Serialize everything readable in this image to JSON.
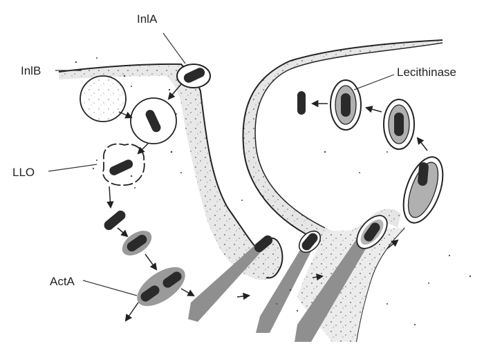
{
  "labels": {
    "inla": "InlA",
    "inlb": "InlB",
    "llo": "LLO",
    "acta": "ActA",
    "lecithinase": "Lecithinase"
  },
  "colors": {
    "outline": "#222222",
    "cytoplasm": "#e6e6e6",
    "bacterium": "#2a2a2a",
    "actin_tail": "#8f8f8f",
    "vacuole_ring": "#a8a8a8",
    "background": "#ffffff"
  }
}
